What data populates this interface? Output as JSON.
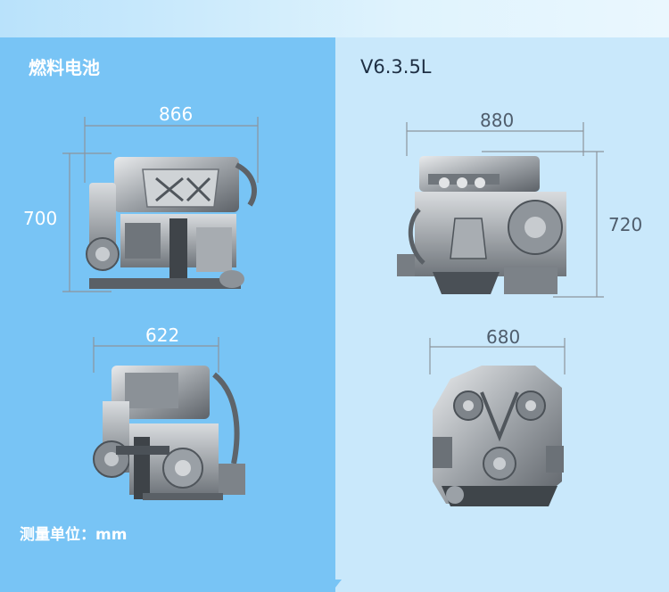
{
  "left_panel": {
    "title": "燃料电池",
    "unit_note": "测量单位：mm",
    "dimensions": {
      "top_width": "866",
      "side_height": "700",
      "bottom_width": "622"
    }
  },
  "right_panel": {
    "title": "V6.3.5L",
    "dimensions": {
      "top_width": "880",
      "side_height": "720",
      "bottom_width": "680"
    }
  },
  "colors": {
    "left_bg": "#78c4f5",
    "right_bg": "#c9e8fb",
    "dimension_line": "#8a8f96"
  },
  "icons": [
    "fuel-cell-side-view",
    "fuel-cell-front-view",
    "v6-engine-side-view",
    "v6-engine-front-view"
  ]
}
